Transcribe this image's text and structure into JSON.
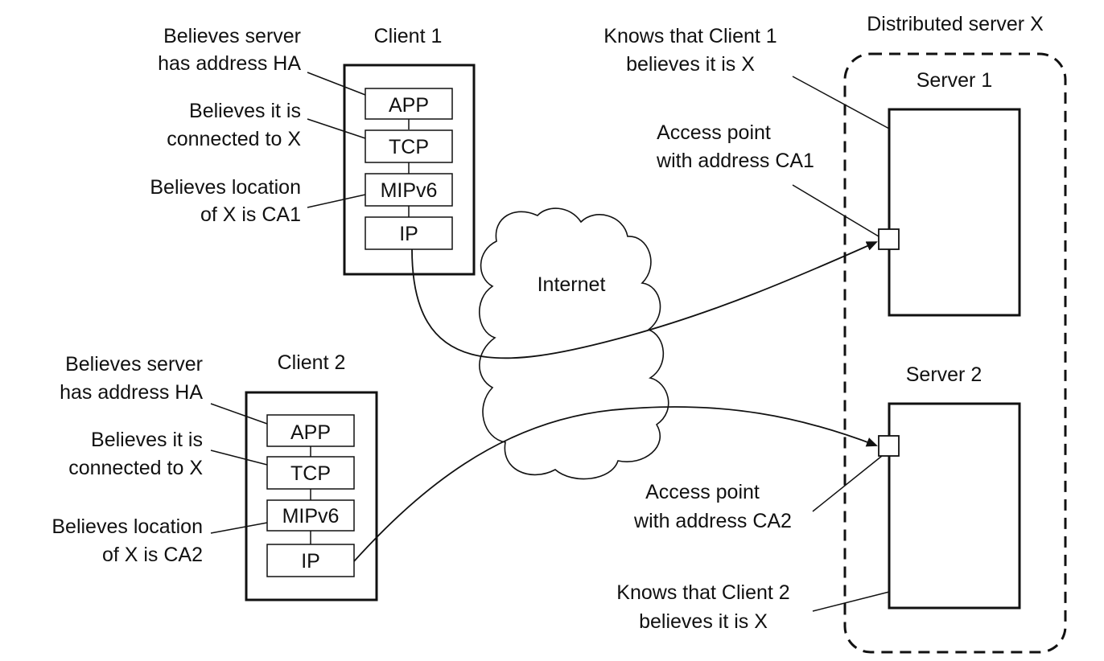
{
  "colors": {
    "ink": "#111111",
    "background": "#ffffff"
  },
  "client1": {
    "title": "Client 1",
    "layers": [
      "APP",
      "TCP",
      "MIPv6",
      "IP"
    ],
    "note_address": [
      "Believes server",
      "has address HA"
    ],
    "note_connected": [
      "Believes it is",
      "connected to X"
    ],
    "note_location": [
      "Believes location",
      "of X is CA1"
    ]
  },
  "client2": {
    "title": "Client 2",
    "layers": [
      "APP",
      "TCP",
      "MIPv6",
      "IP"
    ],
    "note_address": [
      "Believes server",
      "has address HA"
    ],
    "note_connected": [
      "Believes it is",
      "connected to X"
    ],
    "note_location": [
      "Believes location",
      "of X is CA2"
    ]
  },
  "internet": {
    "label": "Internet"
  },
  "distributed_server": {
    "title": "Distributed server X",
    "server1": {
      "title": "Server 1",
      "note_knows": [
        "Knows that Client 1",
        "believes it is X"
      ],
      "access_point": [
        "Access point",
        "with address CA1"
      ]
    },
    "server2": {
      "title": "Server 2",
      "note_knows": [
        "Knows that Client 2",
        "believes it is X"
      ],
      "access_point": [
        "Access point",
        "with address CA2"
      ]
    }
  }
}
